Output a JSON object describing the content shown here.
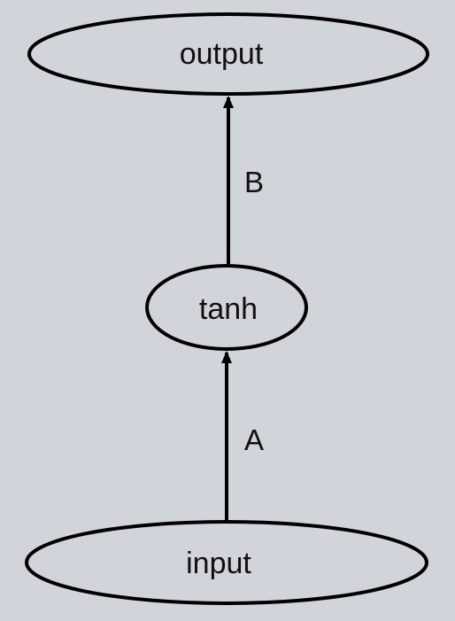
{
  "diagram": {
    "nodes": {
      "output": {
        "label": "output"
      },
      "tanh": {
        "label": "tanh"
      },
      "input": {
        "label": "input"
      }
    },
    "edges": [
      {
        "from": "input",
        "to": "tanh",
        "label": "A"
      },
      {
        "from": "tanh",
        "to": "output",
        "label": "B"
      }
    ]
  },
  "colors": {
    "background": "#d2d4dc",
    "stroke": "#000000",
    "text": "#111111"
  }
}
